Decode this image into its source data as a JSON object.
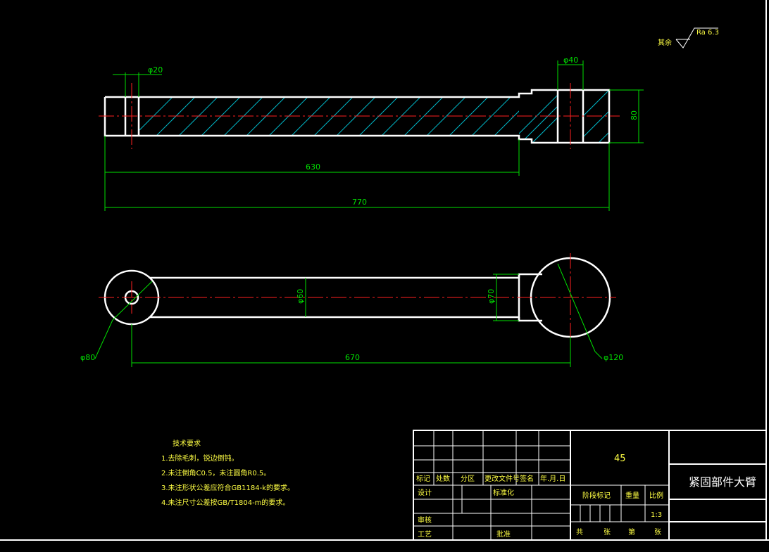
{
  "drawing": {
    "dims": {
      "phi20": "φ20",
      "phi40": "φ40",
      "d80v": "80",
      "d630": "630",
      "d770": "770",
      "phi60": "φ60",
      "phi70": "φ70",
      "phi80": "φ80",
      "phi120": "φ120",
      "d670": "670"
    },
    "roughness": {
      "prefix": "其余",
      "value": "Ra 6.3"
    }
  },
  "tech_requirements": {
    "title": "技术要求",
    "items": [
      "1.去除毛刺，锐边倒钝。",
      "2.未注倒角C0.5，未注圆角R0.5。",
      "3.未注形状公差应符合GB1184-k的要求。",
      "4.未注尺寸公差按GB/T1804-m的要求。"
    ]
  },
  "title_block": {
    "material": "45",
    "part_name": "紧固部件大臂",
    "rev_headers": [
      "标记",
      "处数",
      "分区",
      "更改文件号",
      "签名",
      "年.月.日"
    ],
    "design": "设计",
    "standardize": "标准化",
    "review": "审核",
    "process": "工艺",
    "approve": "批准",
    "stage_mark": "阶段标记",
    "weight": "重量",
    "scale": "比例",
    "scale_value": "1:3",
    "total": "共",
    "sheet": "张",
    "page": "第",
    "sheet2": "张"
  }
}
